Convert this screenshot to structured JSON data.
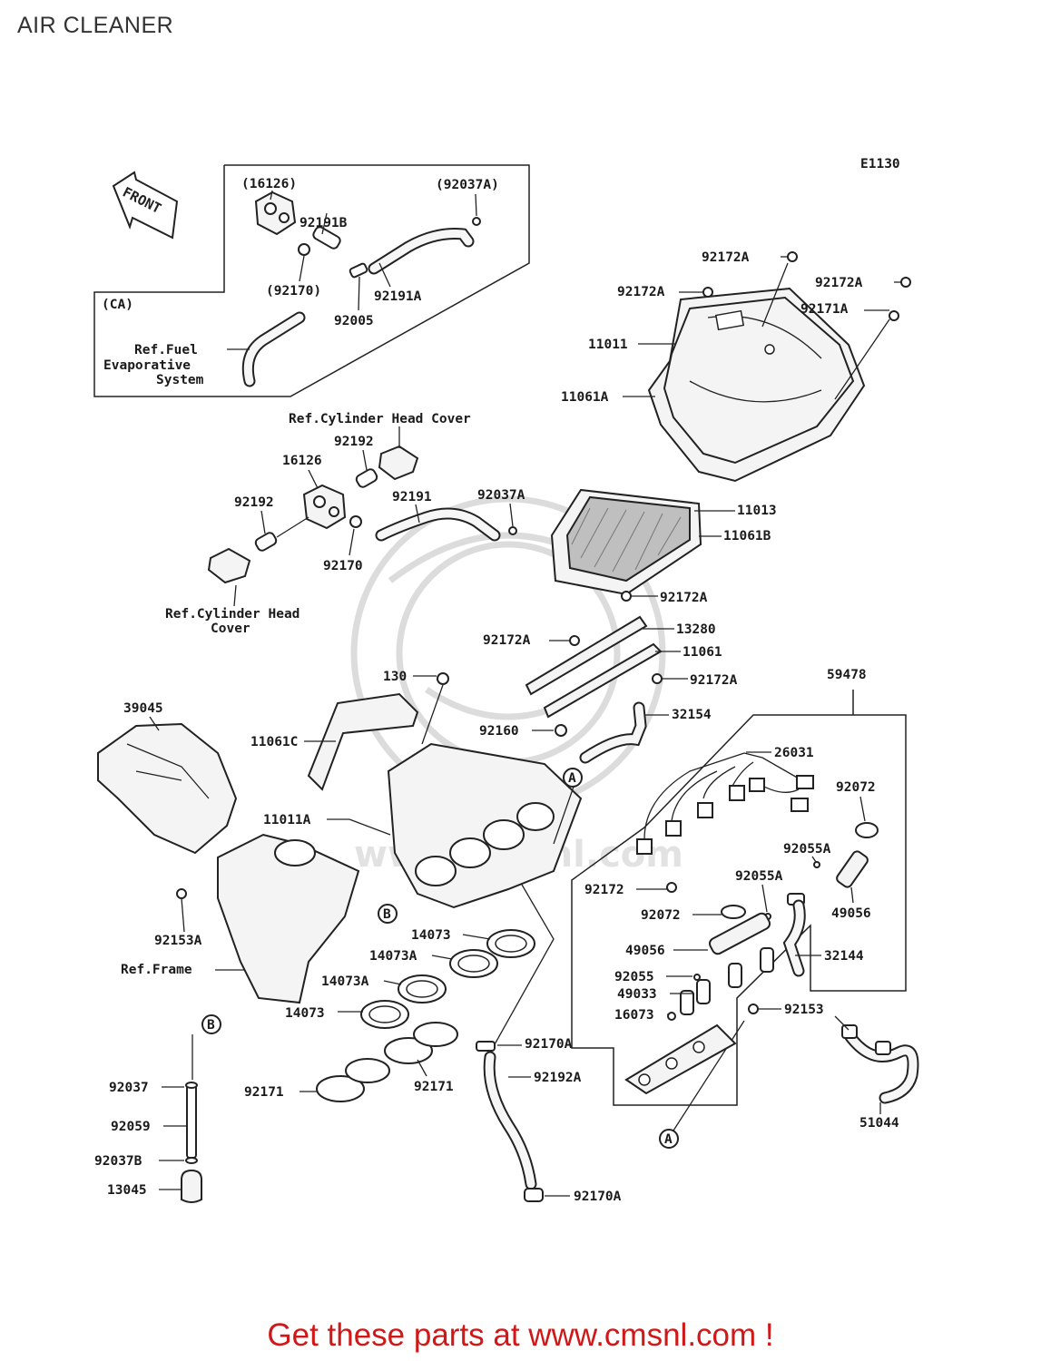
{
  "title": "AIR CLEANER",
  "diagram_code": "E1130",
  "front_label": "FRONT",
  "callouts": {
    "A": "A",
    "B": "B"
  },
  "references": {
    "ref_fuel_line1": "Ref.Fuel",
    "ref_fuel_line2": "Evaporative",
    "ref_fuel_line3": "System",
    "ref_cyl_head_top": "Ref.Cylinder Head Cover",
    "ref_cyl_head_bottom_line1": "Ref.Cylinder Head",
    "ref_cyl_head_bottom_line2": "Cover",
    "ref_frame": "Ref.Frame",
    "ca": "(CA)"
  },
  "part_labels": {
    "p16126_paren": "(16126)",
    "p92037A_paren": "(92037A)",
    "p92191B": "92191B",
    "p92170_paren": "(92170)",
    "p92191A": "92191A",
    "p92005": "92005",
    "p92172A_top": "92172A",
    "p92172A_right": "92172A",
    "p92172A_left": "92172A",
    "p92171A": "92171A",
    "p11011": "11011",
    "p11061A": "11061A",
    "p92192_top": "92192",
    "p16126": "16126",
    "p92192_left": "92192",
    "p92191": "92191",
    "p92037A": "92037A",
    "p92170": "92170",
    "p11013": "11013",
    "p11061B": "11061B",
    "p92172A_mid": "92172A",
    "p92172A_mid2": "92172A",
    "p13280": "13280",
    "p11061": "11061",
    "p130": "130",
    "p92172A_low": "92172A",
    "p59478": "59478",
    "p39045": "39045",
    "p32154": "32154",
    "p92160": "92160",
    "p11061C": "11061C",
    "p26031": "26031",
    "p92072_top": "92072",
    "p11011A": "11011A",
    "p92055A_top": "92055A",
    "p92055A_mid": "92055A",
    "p92172": "92172",
    "p49056_right": "49056",
    "p92072_mid": "92072",
    "p92153A": "92153A",
    "p14073_top": "14073",
    "p14073A_top": "14073A",
    "p49056_mid": "49056",
    "p32144": "32144",
    "p14073A_mid": "14073A",
    "p92055": "92055",
    "p49033": "49033",
    "p14073_low": "14073",
    "p16073": "16073",
    "p92153": "92153",
    "p92170A_top": "92170A",
    "p92192A": "92192A",
    "p92037": "92037",
    "p92171_right": "92171",
    "p92171_left": "92171",
    "p92059": "92059",
    "p51044": "51044",
    "p92037B": "92037B",
    "p13045": "13045",
    "p92170A_low": "92170A"
  },
  "footer": "Get these parts at www.cmsnl.com !"
}
